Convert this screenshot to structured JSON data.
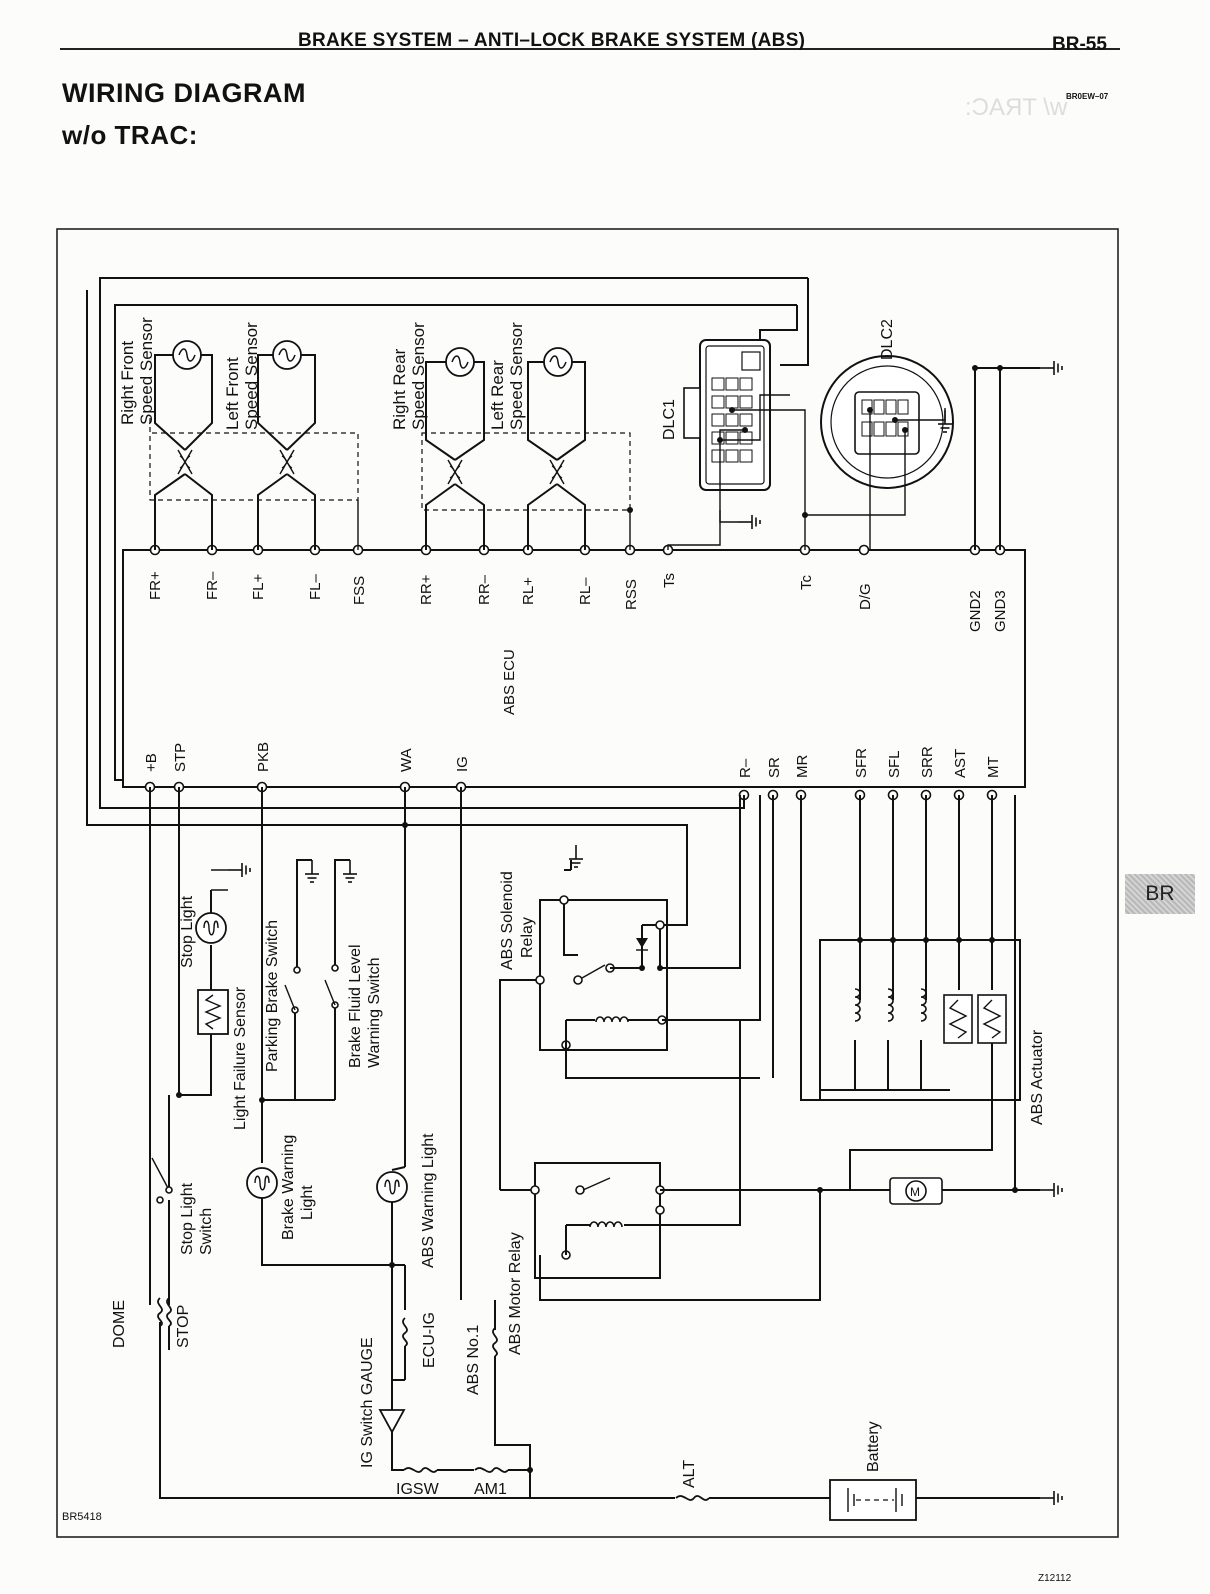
{
  "header": {
    "title": "BRAKE SYSTEM – ANTI–LOCK BRAKE SYSTEM (ABS)",
    "page": "BR-55",
    "doc_code": "BR0EW–07"
  },
  "diagram": {
    "title": "WIRING DIAGRAM",
    "subtitle": "w/o TRAC:",
    "figure_code": "BR5418",
    "image_code": "Z12112",
    "section_tab": "BR",
    "ecu": {
      "name": "ABS ECU",
      "top_pins": [
        "FR+",
        "FR–",
        "FL+",
        "FL–",
        "FSS",
        "RR+",
        "RR–",
        "RL+",
        "RL–",
        "RSS",
        "Ts",
        "Tc",
        "D/G",
        "GND2",
        "GND3"
      ],
      "bottom_pins": [
        "+B",
        "STP",
        "PKB",
        "WA",
        "IG",
        "R–",
        "SR",
        "MR",
        "SFR",
        "SFL",
        "SRR",
        "AST",
        "MT"
      ]
    },
    "sensors": {
      "right_front": [
        "Right Front",
        "Speed Sensor"
      ],
      "left_front": [
        "Left Front",
        "Speed Sensor"
      ],
      "right_rear": [
        "Right Rear",
        "Speed Sensor"
      ],
      "left_rear": [
        "Left Rear",
        "Speed Sensor"
      ]
    },
    "connectors": {
      "dlc1": "DLC1",
      "dlc2": "DLC2"
    },
    "components": {
      "stop_light": "Stop Light",
      "light_failure_sensor": "Light Failure Sensor",
      "parking_brake_switch": "Parking Brake Switch",
      "brake_fluid_level_switch": [
        "Brake Fluid Level",
        "Warning Switch"
      ],
      "solenoid_relay": [
        "ABS Solenoid",
        "Relay"
      ],
      "actuator": "ABS Actuator",
      "stop_light_switch": [
        "Stop Light",
        "Switch"
      ],
      "brake_warning_light": [
        "Brake Warning",
        "Light"
      ],
      "abs_warning_light": "ABS Warning Light",
      "motor_relay": "ABS Motor Relay",
      "ig_switch_gauge": "IG Switch GAUGE",
      "battery": "Battery"
    },
    "fuses": [
      "DOME",
      "STOP",
      "ECU-IG",
      "ABS No.1",
      "IGSW",
      "AM1",
      "ALT"
    ]
  }
}
